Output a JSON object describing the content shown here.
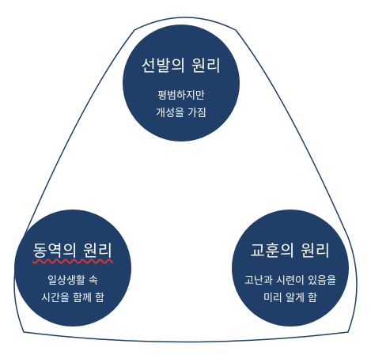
{
  "diagram": {
    "frame_color": "#1f3f68",
    "node_color": "#1f3f68",
    "nodes": [
      {
        "id": "top",
        "title": "선발의 원리",
        "desc": [
          "평범하지만",
          "개성을 가짐"
        ]
      },
      {
        "id": "left",
        "title": "동역의 원리",
        "desc": [
          "일상생활 속",
          "시간을 함께 함"
        ]
      },
      {
        "id": "right",
        "title": "교훈의 원리",
        "desc": [
          "고난과 시련이 있음을",
          "미리 알게 함"
        ]
      }
    ]
  }
}
